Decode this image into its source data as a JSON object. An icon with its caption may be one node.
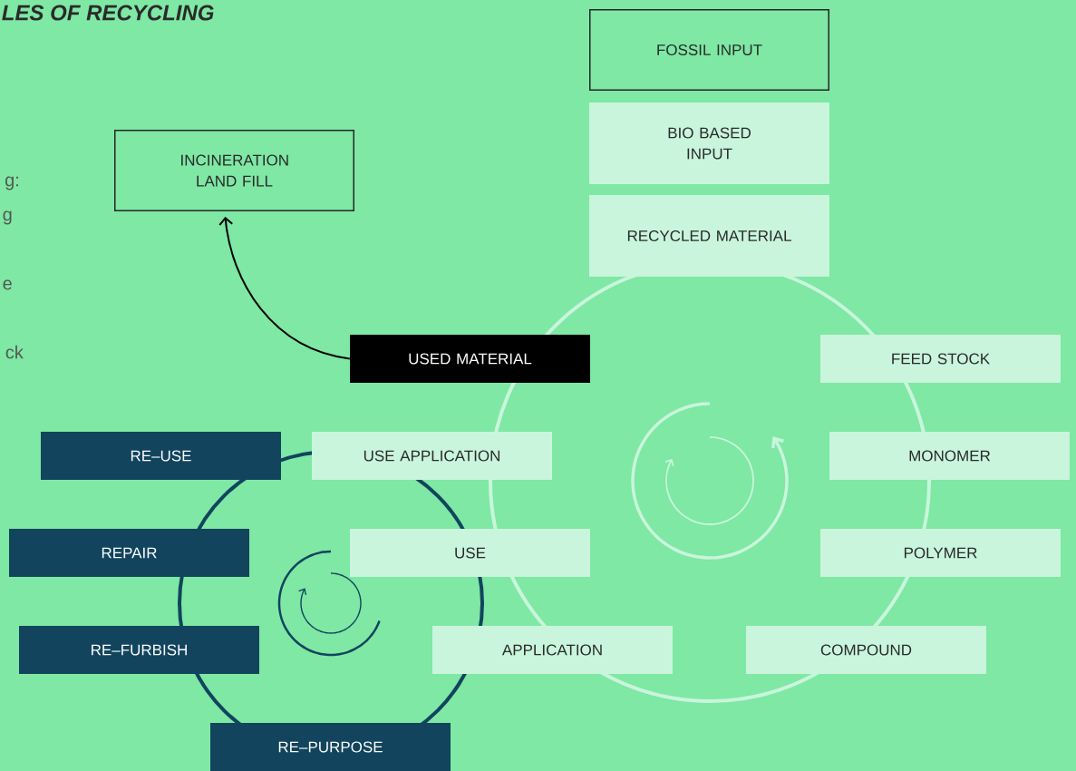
{
  "diagram": {
    "title": "LES OF RECYCLING",
    "nodes": [
      {
        "text": [
          "FOSSIL INPUT"
        ]
      },
      {
        "text": [
          "BIO BASED INPUT"
        ]
      },
      {
        "text": [
          "RECYCLED MATERIAL"
        ]
      },
      {
        "text": [
          "INCINERATION LAND FILL"
        ]
      },
      {
        "text": [
          "USED MATERIAL"
        ]
      },
      {
        "text": [
          "FEED STOCK"
        ]
      },
      {
        "text": [
          "RE–USE"
        ]
      },
      {
        "text": [
          "USE APPLICATION"
        ]
      },
      {
        "text": [
          "MONOMER"
        ]
      },
      {
        "text": [
          "REPAIR"
        ]
      },
      {
        "text": [
          "USE"
        ]
      },
      {
        "text": [
          "POLYMER"
        ]
      },
      {
        "text": [
          "RE–FURBISH"
        ]
      },
      {
        "text": [
          "APPLICATION"
        ]
      },
      {
        "text": [
          "COMPOUND"
        ]
      },
      {
        "text": [
          "RE–PURPOSE"
        ]
      }
    ],
    "edges": [
      {
        "from": 4,
        "to": 3,
        "arrow": "to"
      }
    ],
    "labels": [
      "g:",
      "g",
      "e",
      "ck"
    ]
  }
}
